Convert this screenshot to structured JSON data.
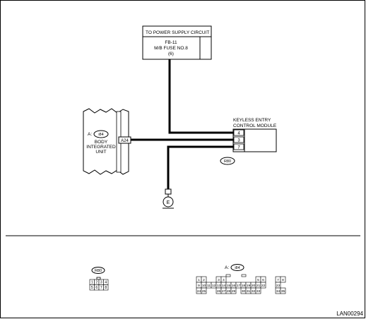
{
  "power_box": {
    "header": "TO POWER SUPPLY CIRCUIT",
    "fuse_id": "FB-11",
    "fuse_name": "M/B FUSE NO.8",
    "fuse_no": "(6)"
  },
  "keyless_module": {
    "title_line1": "KEYLESS ENTRY",
    "title_line2": "CONTROL MODULE",
    "pins": [
      "4",
      "3",
      "7"
    ],
    "connector": "R80"
  },
  "body_unit": {
    "prefix": "A:",
    "connector": "i84",
    "name_line1": "BODY",
    "name_line2": "INTEGRATED",
    "name_line3": "UNIT",
    "terminal": "A24"
  },
  "ground": {
    "label": "E"
  },
  "connector_r80": {
    "label": "R80",
    "rows": [
      [
        "1",
        "2",
        "3",
        "4"
      ],
      [
        "5",
        "6",
        "7",
        "8"
      ]
    ]
  },
  "connector_i84": {
    "prefix": "A:",
    "label": "i84",
    "rows": [
      [
        "1",
        "2",
        "",
        "",
        "3",
        "4",
        "",
        "",
        "",
        "",
        "",
        "",
        "5",
        "6",
        "",
        "",
        "7",
        "8"
      ],
      [
        "9",
        "10",
        "11",
        "12",
        "13",
        "14",
        "15",
        "16",
        "17",
        "18",
        "19",
        "20",
        "21",
        "22",
        "",
        "",
        "23",
        ""
      ],
      [
        "24",
        "25",
        "",
        "",
        "26",
        "27",
        "28",
        "29",
        "",
        "30",
        "31",
        "32",
        "33",
        "",
        "",
        "",
        "34",
        "35"
      ]
    ]
  },
  "drawing_code": "LAN00294"
}
